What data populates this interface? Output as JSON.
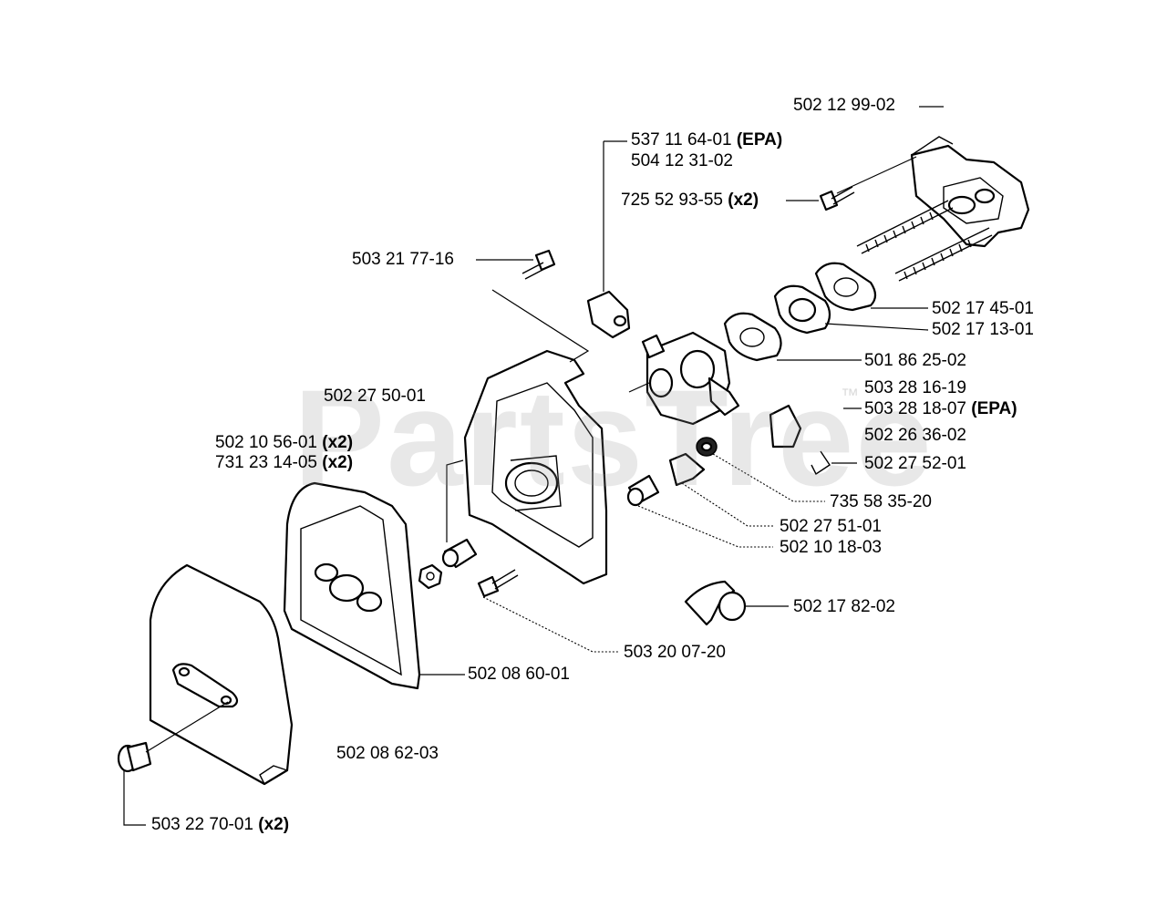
{
  "watermark": "PartsTree",
  "trademark": "™",
  "labels": {
    "p5021299": {
      "num": "502 12 99-02",
      "note": ""
    },
    "p5371164": {
      "num": "537 11 64-01",
      "note": "(EPA)"
    },
    "p5041231": {
      "num": "504 12 31-02",
      "note": ""
    },
    "p7255293": {
      "num": "725 52 93-55",
      "note": "(x2)"
    },
    "p5032177": {
      "num": "503 21 77-16",
      "note": ""
    },
    "p5021745": {
      "num": "502 17 45-01",
      "note": ""
    },
    "p5021713": {
      "num": "502 17 13-01",
      "note": ""
    },
    "p5018625": {
      "num": "501 86 25-02",
      "note": ""
    },
    "p5032750": {
      "num": "502 27 50-01",
      "note": ""
    },
    "p5032816": {
      "num": "503 28 16-19",
      "note": ""
    },
    "p5032818": {
      "num": "503 28 18-07",
      "note": "(EPA)"
    },
    "p5022636": {
      "num": "502 26 36-02",
      "note": ""
    },
    "p5021056": {
      "num": "502 10 56-01",
      "note": "(x2)"
    },
    "p7312314": {
      "num": "731 23 14-05",
      "note": "(x2)"
    },
    "p5022752": {
      "num": "502 27 52-01",
      "note": ""
    },
    "p7355835": {
      "num": "735 58 35-20",
      "note": ""
    },
    "p5022751": {
      "num": "502 27 51-01",
      "note": ""
    },
    "p5021018": {
      "num": "502 10 18-03",
      "note": ""
    },
    "p5021782": {
      "num": "502 17 82-02",
      "note": ""
    },
    "p5032007": {
      "num": "503 20 07-20",
      "note": ""
    },
    "p5020860": {
      "num": "502 08 60-01",
      "note": ""
    },
    "p5020862": {
      "num": "502 08 62-03",
      "note": ""
    },
    "p5032270": {
      "num": "503 22 70-01",
      "note": "(x2)"
    }
  }
}
